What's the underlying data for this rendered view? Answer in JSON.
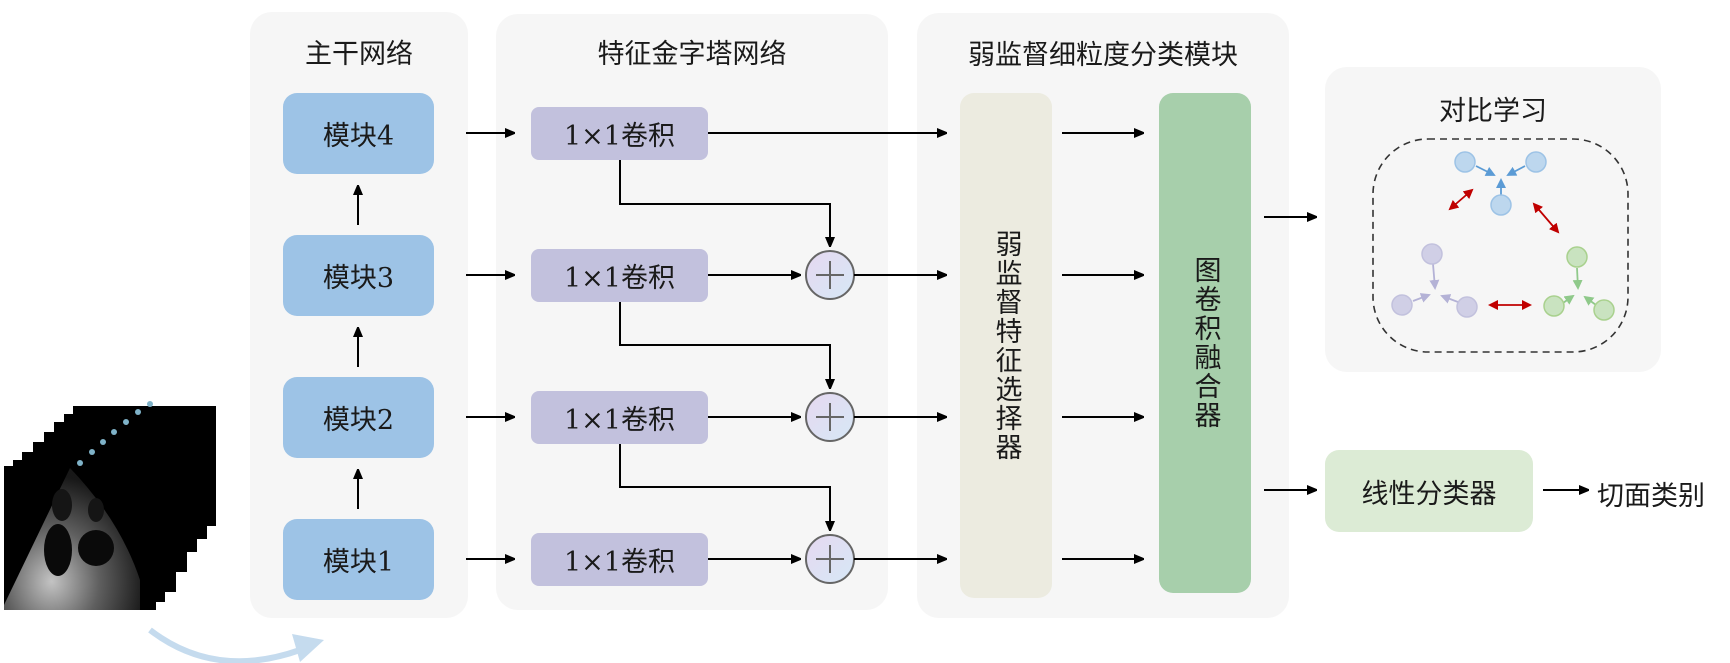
{
  "input": {
    "image_name": "echocardiogram-frame-stack",
    "frame_count": 8
  },
  "backbone": {
    "title": "主干网络",
    "blocks": [
      {
        "label": "模块4"
      },
      {
        "label": "模块3"
      },
      {
        "label": "模块2"
      },
      {
        "label": "模块1"
      }
    ]
  },
  "fpn": {
    "title": "特征金字塔网络",
    "conv_blocks": [
      {
        "label": "1×1卷积"
      },
      {
        "label": "1×1卷积"
      },
      {
        "label": "1×1卷积"
      },
      {
        "label": "1×1卷积"
      }
    ],
    "sum_symbol": "+"
  },
  "wsfg": {
    "title": "弱监督细粒度分类模块",
    "selector_label": "弱监督特征选择器",
    "fusion_label": "图卷积融合器"
  },
  "contrastive": {
    "title": "对比学习",
    "groups": [
      {
        "name": "blue",
        "color": "#5b9bd5"
      },
      {
        "name": "purple",
        "color": "#b4b2d6"
      },
      {
        "name": "green",
        "color": "#8fc98a"
      }
    ],
    "link_color": "#c00000"
  },
  "classifier": {
    "label": "线性分类器",
    "output_label": "切面类别"
  },
  "colors": {
    "panel_bg": "#f6f6f6",
    "backbone_block": "#9dc3e6",
    "conv_block": "#c2c1dd",
    "selector": "#ecebe0",
    "fusion": "#a7cfab",
    "linear": "#dcebd5",
    "flow_arrow": "#c5dbee"
  }
}
